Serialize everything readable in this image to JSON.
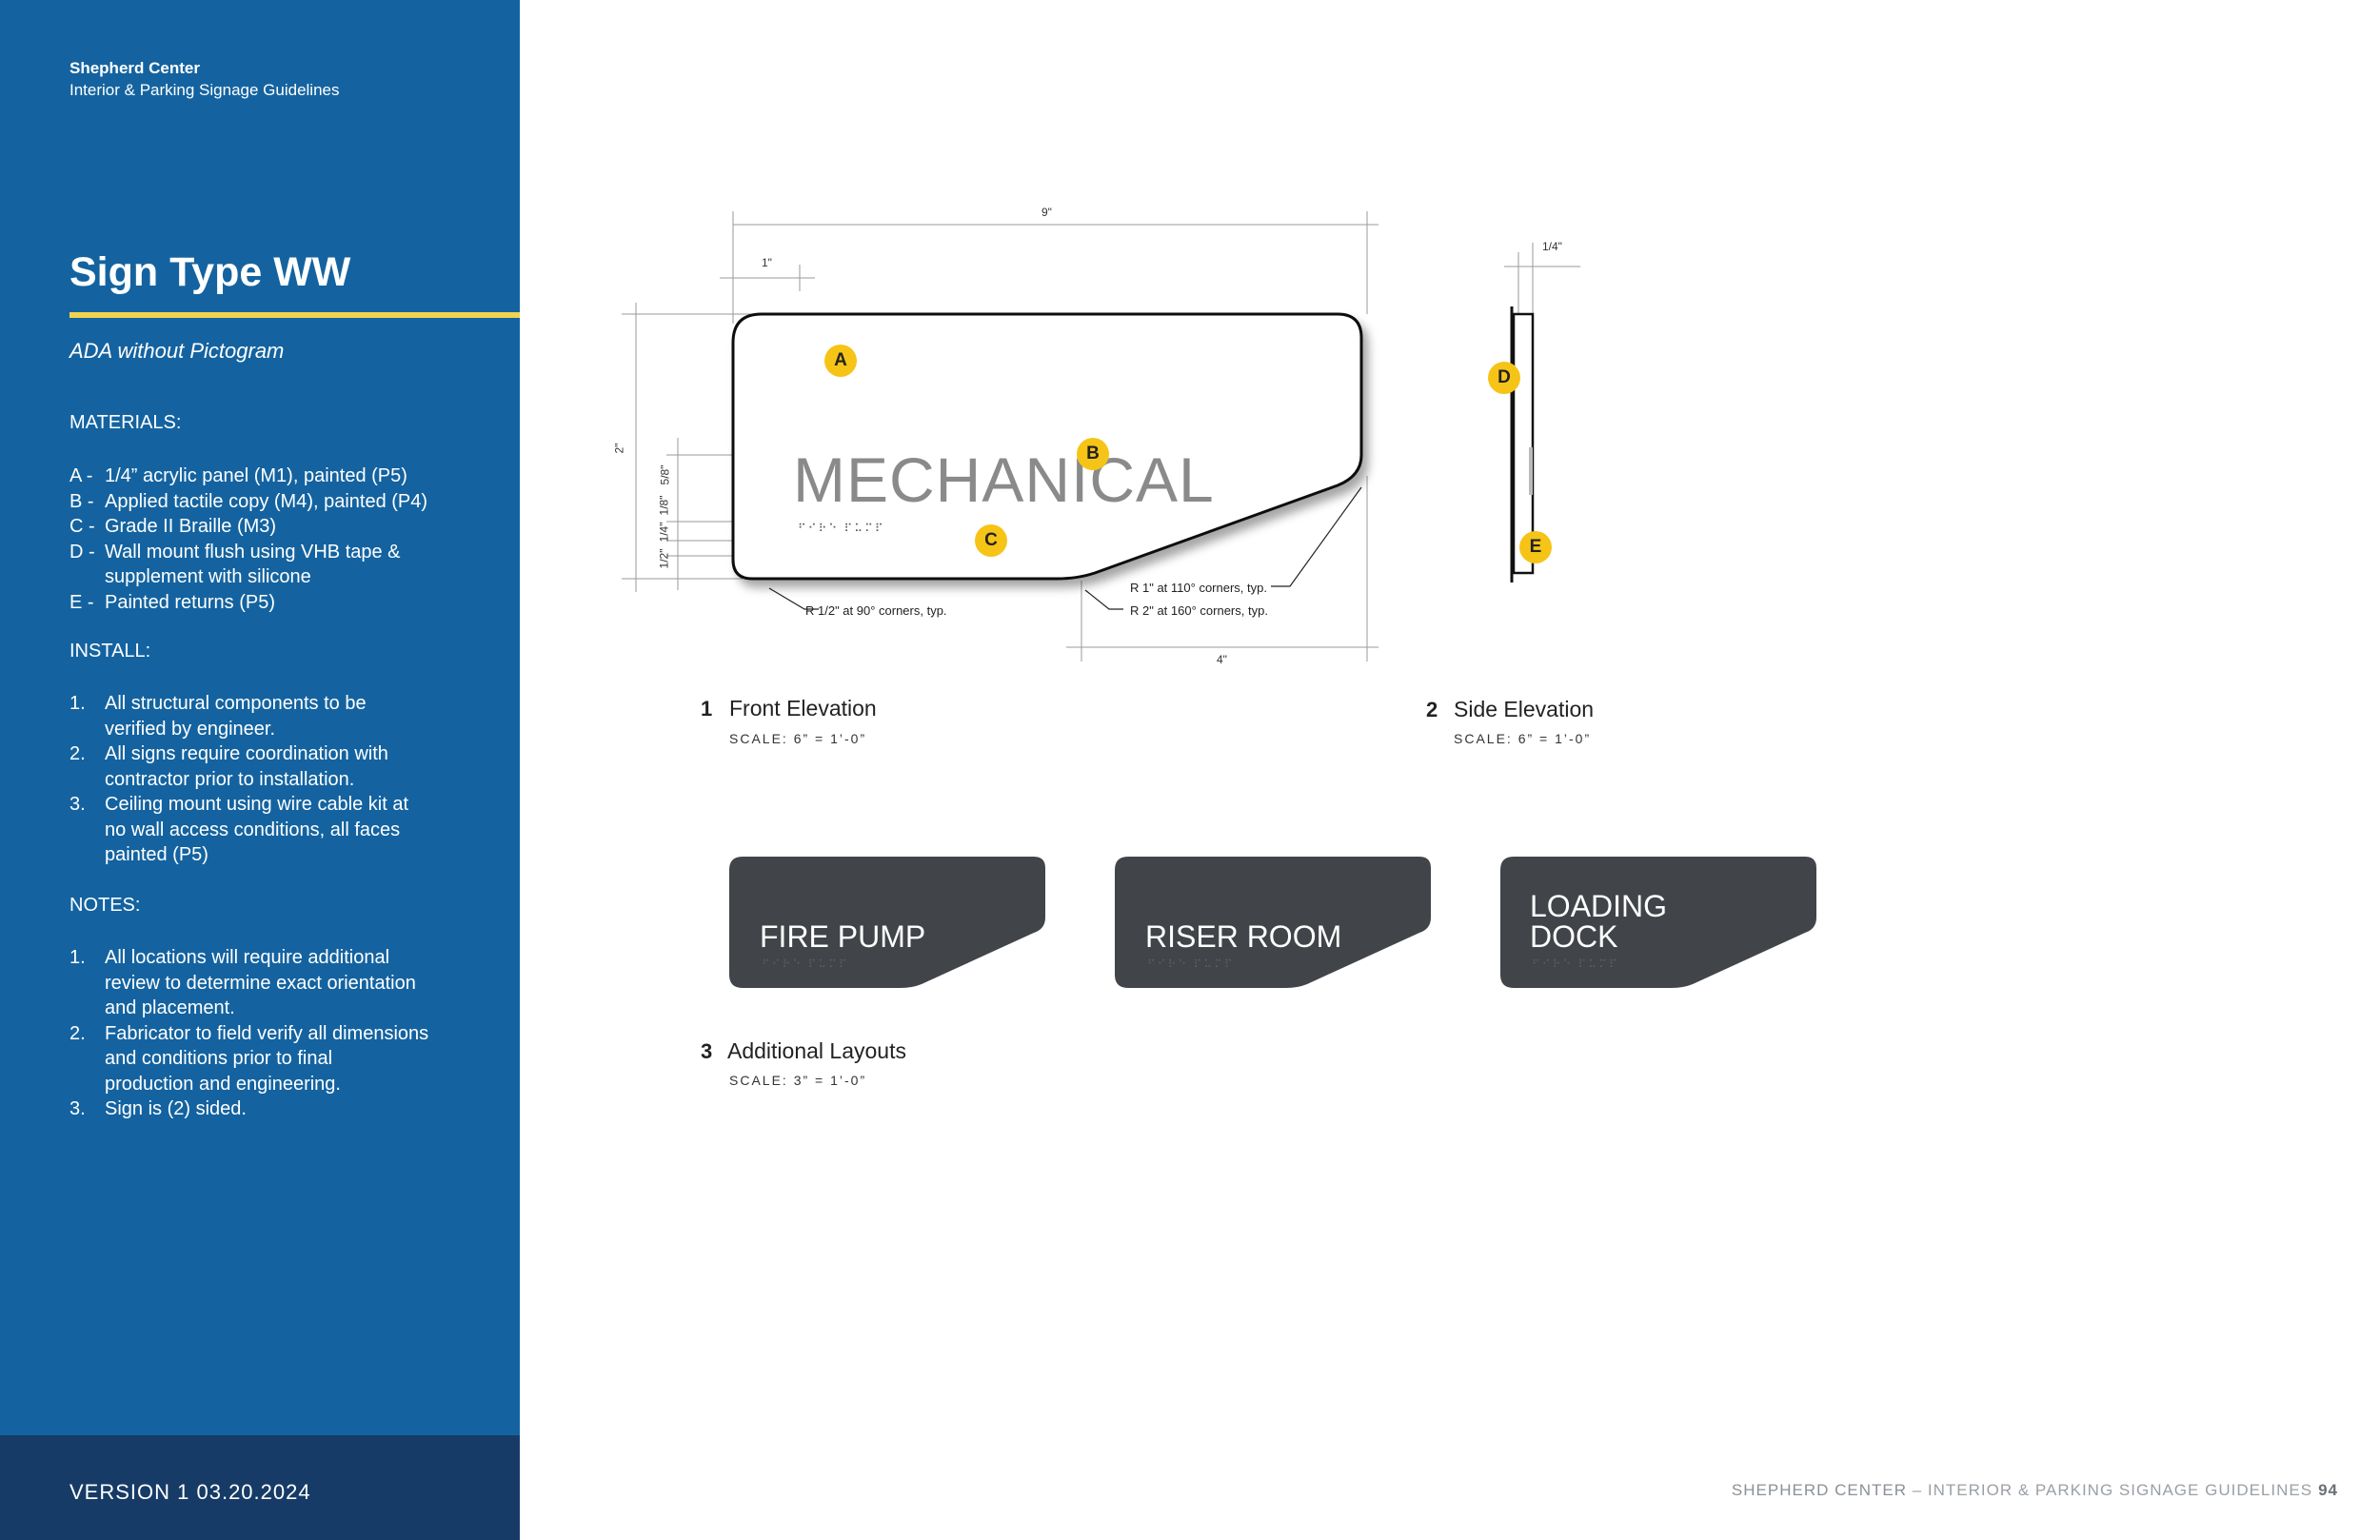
{
  "header": {
    "brand": "Shepherd Center",
    "subtitle": "Interior & Parking Signage Guidelines"
  },
  "sign": {
    "title": "Sign Type WW",
    "subtitle": "ADA without Pictogram"
  },
  "materials": {
    "heading": "MATERIALS:",
    "items": [
      {
        "key": "A -",
        "lines": [
          "1/4” acrylic panel (M1), painted (P5)"
        ]
      },
      {
        "key": "B -",
        "lines": [
          "Applied tactile copy (M4), painted (P4)"
        ]
      },
      {
        "key": "C -",
        "lines": [
          "Grade II Braille (M3)"
        ]
      },
      {
        "key": "D -",
        "lines": [
          "Wall mount flush using VHB tape &",
          "supplement with silicone"
        ]
      },
      {
        "key": "E -",
        "lines": [
          "Painted returns (P5)"
        ]
      }
    ]
  },
  "install": {
    "heading": "INSTALL:",
    "items": [
      {
        "key": "1.",
        "lines": [
          "All structural components to be",
          "verified by engineer."
        ]
      },
      {
        "key": "2.",
        "lines": [
          " All signs require coordination with",
          "contractor prior to installation."
        ]
      },
      {
        "key": "3.",
        "lines": [
          "Ceiling mount using wire cable kit at",
          "no wall access conditions, all faces",
          "painted (P5)"
        ]
      }
    ]
  },
  "notes": {
    "heading": "NOTES:",
    "items": [
      {
        "key": "1.",
        "lines": [
          "All locations will require additional",
          "review to determine exact orientation",
          "and placement."
        ]
      },
      {
        "key": "2.",
        "lines": [
          "Fabricator to field verify all dimensions",
          "and conditions prior to final",
          "production and engineering."
        ]
      },
      {
        "key": "3.",
        "lines": [
          "Sign is (2) sided."
        ]
      }
    ]
  },
  "footer": {
    "version": "VERSION 1  03.20.2024",
    "org": "SHEPHERD CENTER",
    "sep": " – ",
    "doc": "INTERIOR & PARKING SIGNAGE GUIDELINES",
    "page": "94"
  },
  "front": {
    "num": "1",
    "title": "Front Elevation",
    "scale": "SCALE: 6” = 1’-0”",
    "sign_text": "MECHANICAL",
    "dims": {
      "width": "9\"",
      "inset": "1\"",
      "height": "2\"",
      "bottom": "4\"",
      "v1": "1/2\"",
      "v2": "1/4\"",
      "v3": "1/8\"",
      "v4": "5/8\""
    },
    "notes": {
      "r90": "R 1/2\" at 90° corners, typ.",
      "r110": "R 1\" at 110° corners, typ.",
      "r160": "R 2\" at 160° corners, typ."
    },
    "callouts": {
      "a": "A",
      "b": "B",
      "c": "C"
    }
  },
  "side": {
    "num": "2",
    "title": "Side Elevation",
    "scale": "SCALE: 6” = 1’-0”",
    "dim": "1/4\"",
    "callouts": {
      "d": "D",
      "e": "E"
    }
  },
  "additional": {
    "num": "3",
    "title": "Additional Layouts",
    "scale": "SCALE: 3” = 1’-0”",
    "signs": [
      {
        "line1": "FIRE PUMP",
        "line2": ""
      },
      {
        "line1": "RISER ROOM",
        "line2": ""
      },
      {
        "line1": "LOADING",
        "line2": "DOCK"
      }
    ],
    "braille": "⠋⠊⠗⠑ ⠏⠥⠍⠏"
  },
  "colors": {
    "sidebar": "#1463a0",
    "footer": "#163b66",
    "accent": "#f2d34f",
    "callout": "#f6c417",
    "sign_dark": "#414549"
  }
}
